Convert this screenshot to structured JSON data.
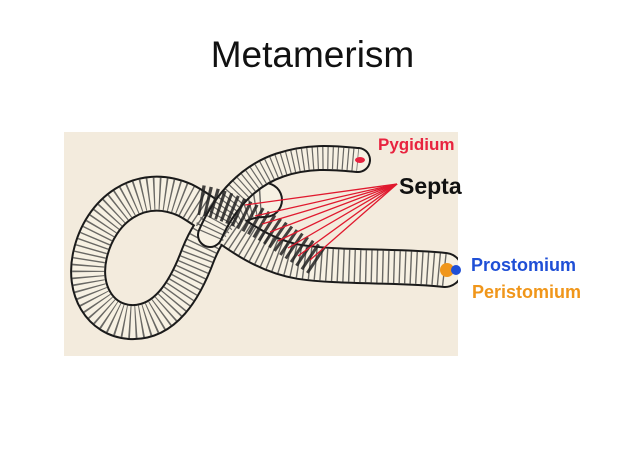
{
  "title": "Metamerism",
  "labels": {
    "pygidium": "Pygidium",
    "septa": "Septa",
    "prostomium": "Prostomium",
    "peristomium": "Peristomium"
  },
  "colors": {
    "pygidium": "#e8233f",
    "septa_lines": "#e0192e",
    "prostomium": "#1f4fd6",
    "peristomium": "#f0961a",
    "panel": "#f3ebdd",
    "worm": "#f7f1e3",
    "outline": "#1a1a1a"
  }
}
